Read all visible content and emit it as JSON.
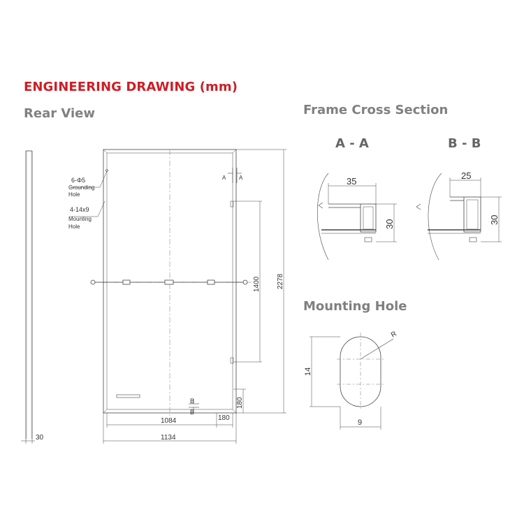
{
  "title": "ENGINEERING DRAWING (mm)",
  "sections": {
    "rear_view": "Rear View",
    "frame_cross_section": "Frame Cross Section",
    "mounting_hole": "Mounting Hole"
  },
  "cross_sections": {
    "aa": {
      "label": "A - A",
      "width": "35",
      "height": "30"
    },
    "bb": {
      "label": "B - B",
      "width": "25",
      "height": "30"
    }
  },
  "rear_view": {
    "grounding_count": "6-Φ5",
    "grounding_label": "Grounding Hole",
    "mounting_count": "4-14x9",
    "mounting_label": "Mounting Hole",
    "section_a": "A",
    "section_b": "B",
    "dims": {
      "height": "2278",
      "hole_spacing": "1400",
      "inner_width": "1084",
      "total_width": "1134",
      "edge_offset_bottom": "180",
      "edge_offset_side": "180",
      "thickness": "30"
    }
  },
  "mounting_hole": {
    "height": "14",
    "width": "9",
    "radius": "R"
  }
}
